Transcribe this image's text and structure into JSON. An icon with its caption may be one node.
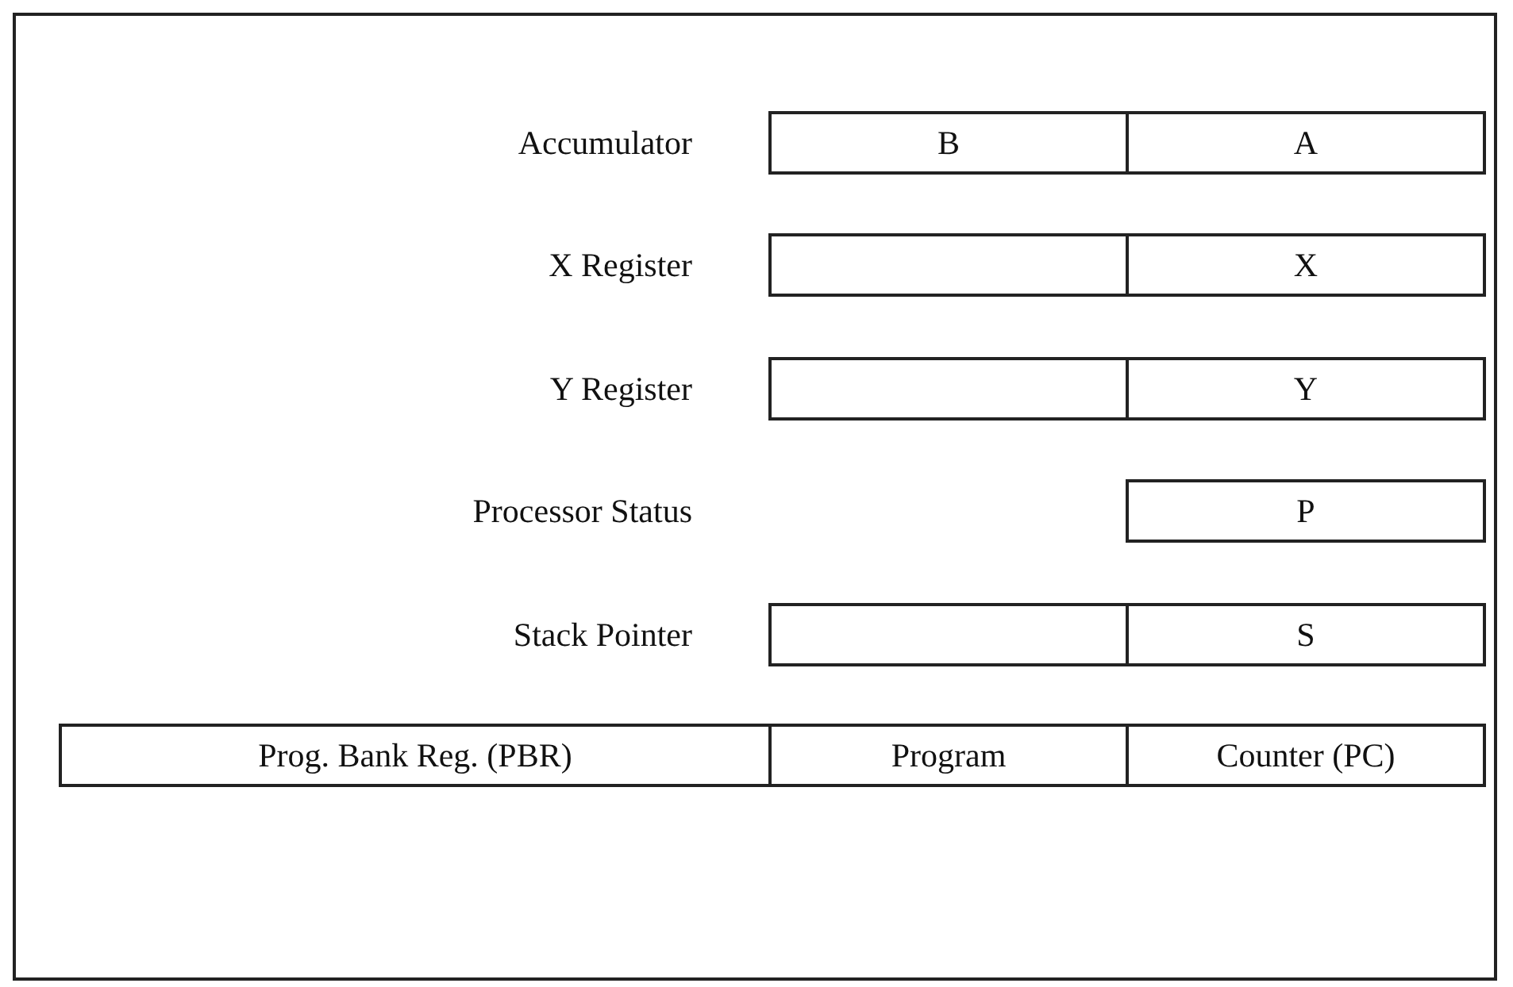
{
  "diagram": {
    "nodes": [
      {
        "text": [
          "B"
        ]
      },
      {
        "text": [
          "A"
        ]
      },
      {
        "text": [],
        "shape": "box"
      },
      {
        "text": [
          "X"
        ]
      },
      {
        "text": [],
        "shape": "box"
      },
      {
        "text": [
          "Y"
        ]
      },
      {
        "text": [
          "P"
        ]
      },
      {
        "text": [],
        "shape": "box"
      },
      {
        "text": [
          "S"
        ]
      },
      {
        "text": [
          "Prog. Bank Reg. (PBR)"
        ]
      },
      {
        "text": [
          "Program"
        ]
      },
      {
        "text": [
          "Counter (PC)"
        ]
      }
    ],
    "labels": [
      "Accumulator",
      "X Register",
      "Y Register",
      "Processor Status",
      "Stack Pointer"
    ]
  }
}
